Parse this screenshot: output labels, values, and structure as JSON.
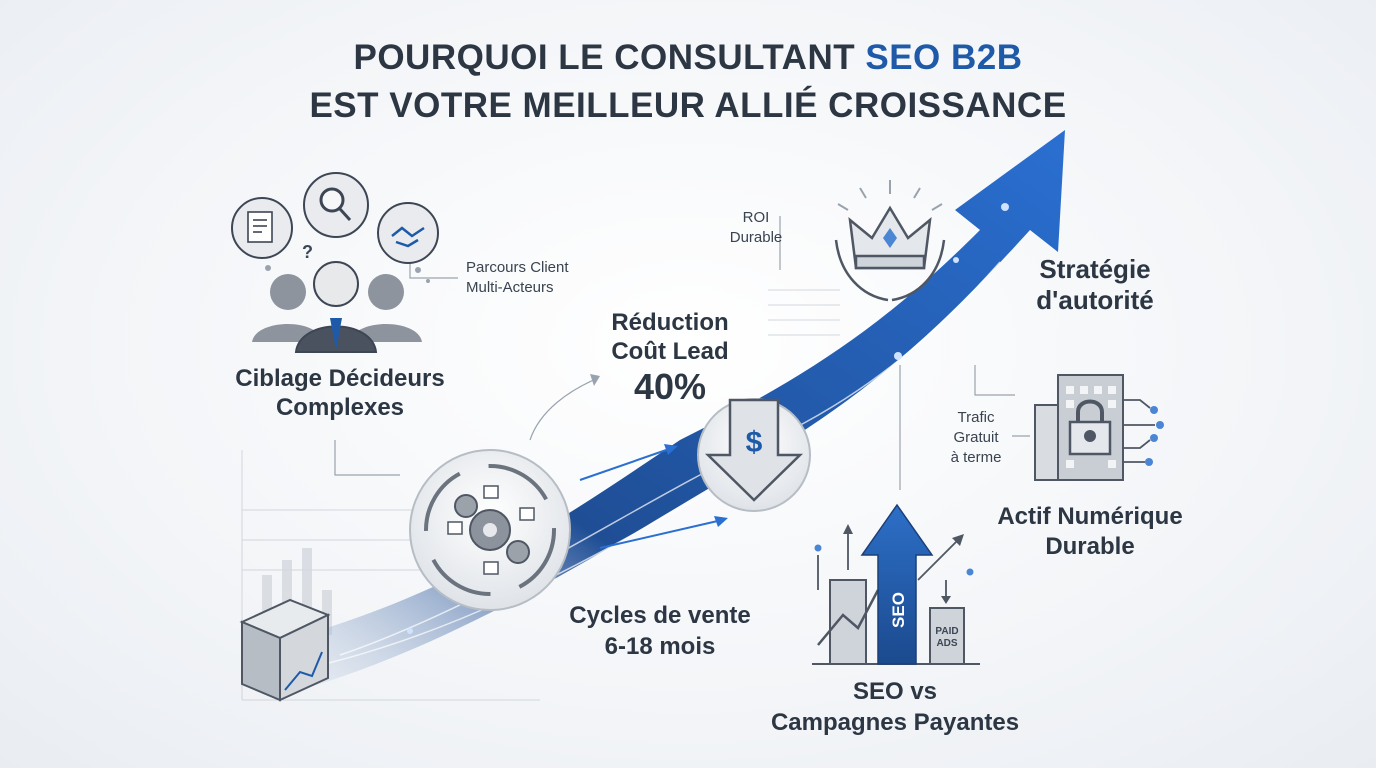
{
  "title": {
    "line1_prefix": "POURQUOI LE CONSULTANT",
    "line1_accent": "SEO B2B",
    "line2": "EST VOTRE MEILLEUR ALLIÉ CROISSANCE"
  },
  "labels": {
    "parcours": [
      "Parcours Client",
      "Multi-Acteurs"
    ],
    "ciblage": [
      "Ciblage Décideurs",
      "Complexes"
    ],
    "reduction": [
      "Réduction",
      "Coût Lead",
      "40%"
    ],
    "roi": [
      "ROI",
      "Durable"
    ],
    "strategie": [
      "Stratégie",
      "d'autorité"
    ],
    "trafic": [
      "Trafic",
      "Gratuit",
      "à terme"
    ],
    "actif": [
      "Actif Numérique",
      "Durable"
    ],
    "cycles": [
      "Cycles de vente",
      "6-18 mois"
    ],
    "seo_vs": [
      "SEO vs",
      "Campagnes Payantes"
    ],
    "bar_seo": "SEO",
    "bar_paid": [
      "PAID",
      "ADS"
    ],
    "dollar": "$"
  },
  "colors": {
    "accent": "#1e5aa8",
    "ink": "#2d3744",
    "line": "#9aa3ad",
    "grey": "#8b939d"
  },
  "icons": [
    "document-icon",
    "magnifier-icon",
    "handshake-icon",
    "businessman-icon",
    "gears-cycle-icon",
    "dollar-down-arrow-icon",
    "crown-laurel-icon",
    "building-lock-icon",
    "bar-chart-icon",
    "growth-arrow"
  ]
}
